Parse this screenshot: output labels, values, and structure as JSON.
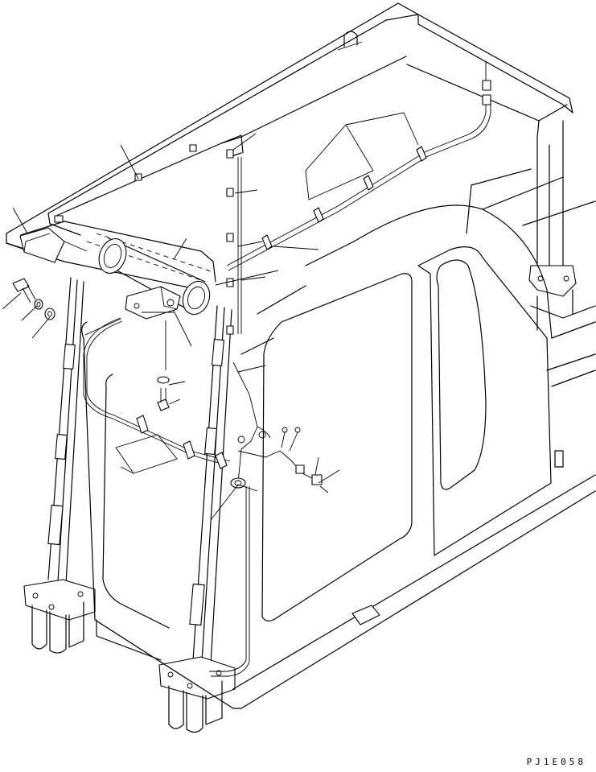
{
  "drawing": {
    "code": "PJ1E058",
    "part_callouts": [
      "wire-harness",
      "clamp",
      "clip",
      "bolt",
      "washer",
      "lock-washer",
      "bracket",
      "connector",
      "grommet"
    ],
    "colors": {
      "line": "#000000",
      "background": "#ffffff"
    }
  }
}
